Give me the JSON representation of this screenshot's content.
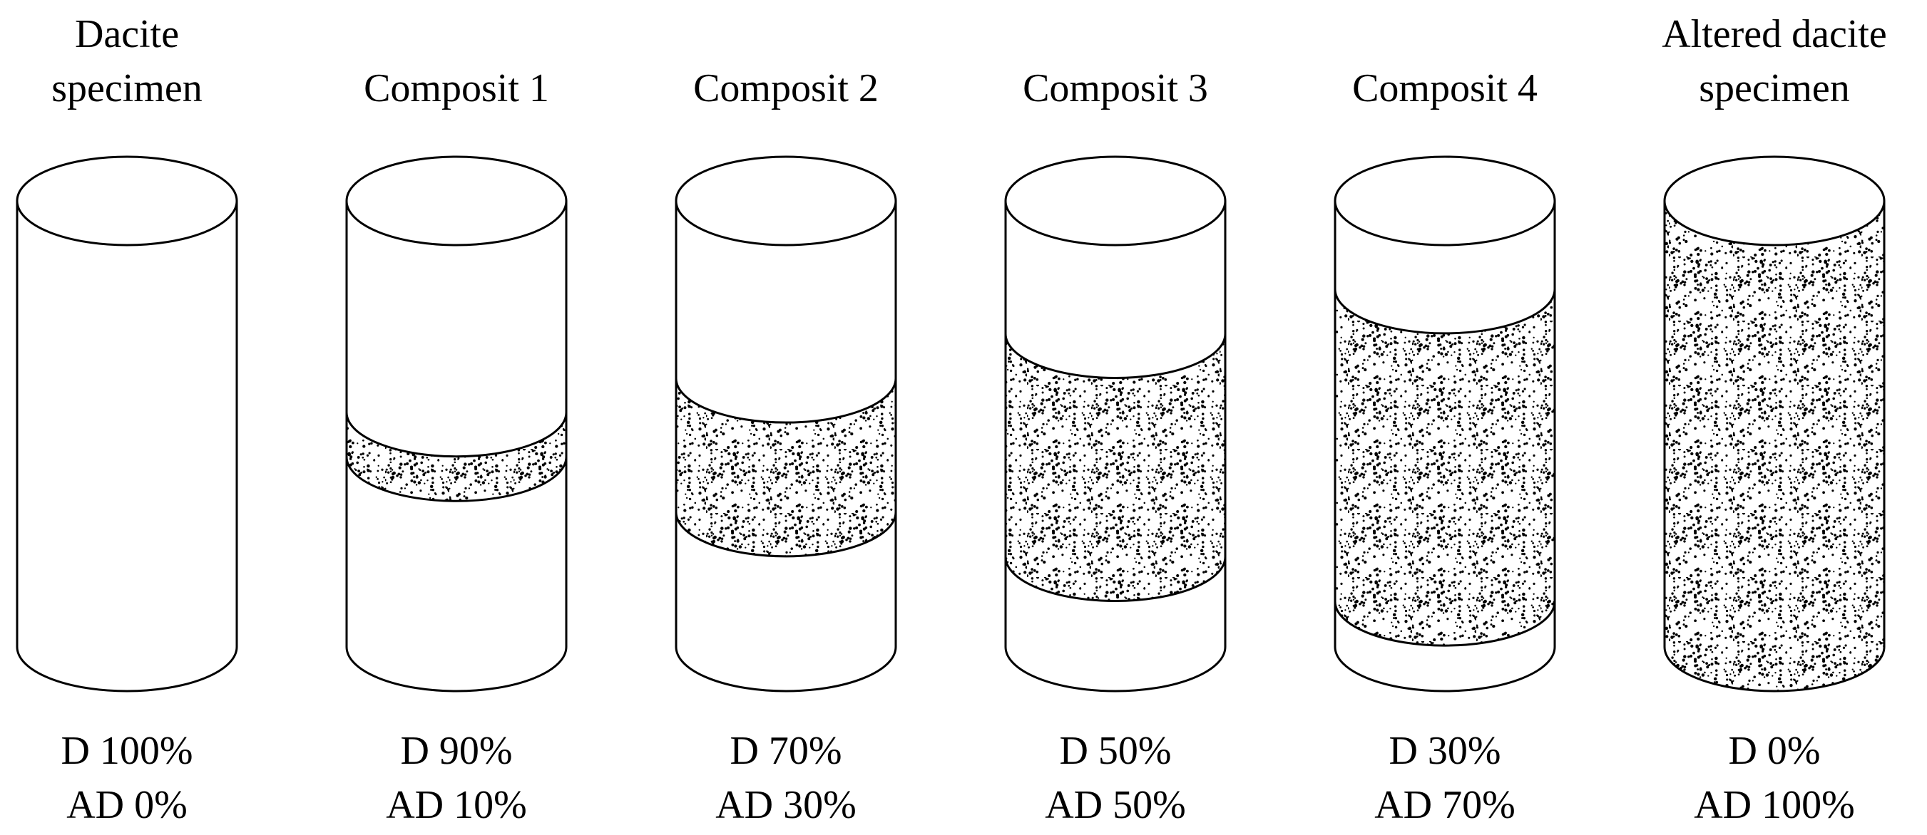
{
  "specimens": [
    {
      "title": "Dacite\nspecimen",
      "d_label": "D 100%",
      "ad_label": "AD 0%",
      "altered_fraction": 0.0
    },
    {
      "title": "Composit 1",
      "d_label": "D 90%",
      "ad_label": "AD 10%",
      "altered_fraction": 0.1
    },
    {
      "title": "Composit 2",
      "d_label": "D 70%",
      "ad_label": "AD 30%",
      "altered_fraction": 0.3
    },
    {
      "title": "Composit 3",
      "d_label": "D 50%",
      "ad_label": "AD 50%",
      "altered_fraction": 0.5
    },
    {
      "title": "Composit 4",
      "d_label": "D 30%",
      "ad_label": "AD 70%",
      "altered_fraction": 0.7
    },
    {
      "title": "Altered dacite\nspecimen",
      "d_label": "D 0%",
      "ad_label": "AD 100%",
      "altered_fraction": 1.0
    }
  ],
  "colors": {
    "stroke": "#000000",
    "background": "#ffffff",
    "speckle": "#000000"
  }
}
